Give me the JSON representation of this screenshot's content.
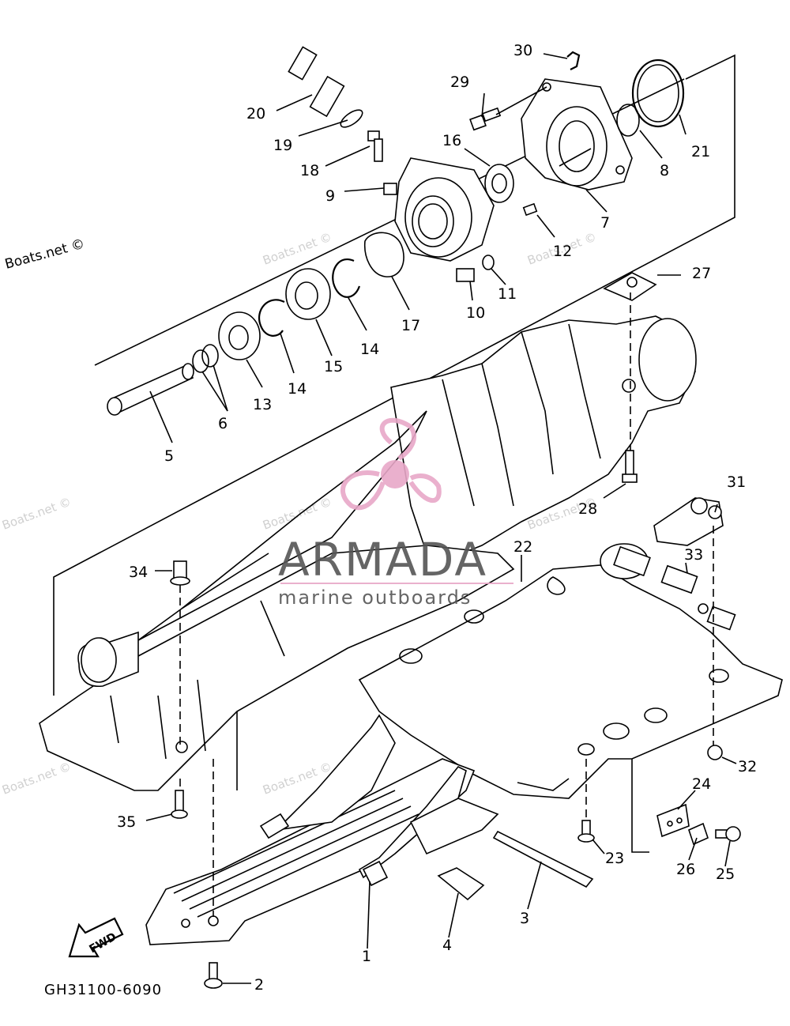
{
  "diagram": {
    "labels": [
      {
        "id": "30",
        "text": "30"
      },
      {
        "id": "29",
        "text": "29"
      },
      {
        "id": "20",
        "text": "20"
      },
      {
        "id": "19",
        "text": "19"
      },
      {
        "id": "18",
        "text": "18"
      },
      {
        "id": "9",
        "text": "9"
      },
      {
        "id": "16",
        "text": "16"
      },
      {
        "id": "21",
        "text": "21"
      },
      {
        "id": "8",
        "text": "8"
      },
      {
        "id": "7",
        "text": "7"
      },
      {
        "id": "12",
        "text": "12"
      },
      {
        "id": "27",
        "text": "27"
      },
      {
        "id": "11",
        "text": "11"
      },
      {
        "id": "10",
        "text": "10"
      },
      {
        "id": "17",
        "text": "17"
      },
      {
        "id": "14a",
        "text": "14"
      },
      {
        "id": "15",
        "text": "15"
      },
      {
        "id": "14b",
        "text": "14"
      },
      {
        "id": "13",
        "text": "13"
      },
      {
        "id": "6",
        "text": "6"
      },
      {
        "id": "5",
        "text": "5"
      },
      {
        "id": "28",
        "text": "28"
      },
      {
        "id": "31",
        "text": "31"
      },
      {
        "id": "22",
        "text": "22"
      },
      {
        "id": "33",
        "text": "33"
      },
      {
        "id": "34",
        "text": "34"
      },
      {
        "id": "32",
        "text": "32"
      },
      {
        "id": "35",
        "text": "35"
      },
      {
        "id": "24",
        "text": "24"
      },
      {
        "id": "23",
        "text": "23"
      },
      {
        "id": "26",
        "text": "26"
      },
      {
        "id": "25",
        "text": "25"
      },
      {
        "id": "3",
        "text": "3"
      },
      {
        "id": "4",
        "text": "4"
      },
      {
        "id": "1",
        "text": "1"
      },
      {
        "id": "2",
        "text": "2"
      }
    ],
    "fwd_text": "FWD",
    "part_code": "GH31100-6090"
  },
  "watermarks": {
    "site": "Boats.net ©",
    "brand": "ARMADA",
    "tagline": "marine outboards"
  },
  "colors": {
    "logo_pink": "#e8a8c8",
    "logo_text": "#555555",
    "watermark": "#d0d0d0"
  }
}
